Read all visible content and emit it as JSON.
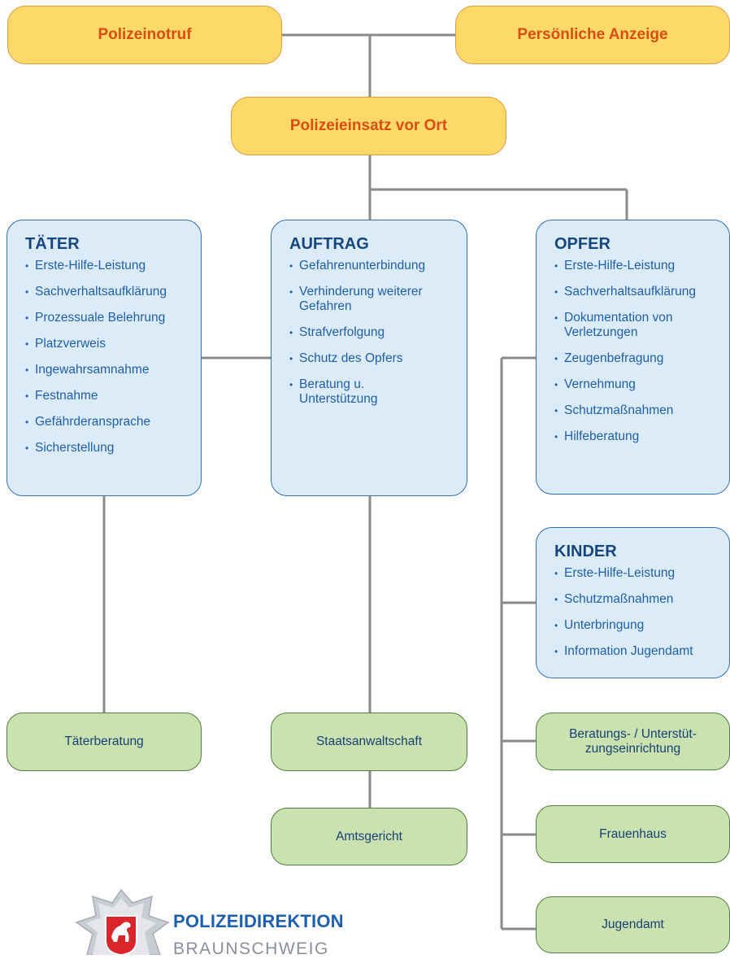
{
  "top": {
    "notruf": "Polizeinotruf",
    "anzeige": "Persönliche Anzeige",
    "einsatz": "Polizeieinsatz vor Ort"
  },
  "taeter": {
    "title": "TÄTER",
    "items": [
      "Erste-Hilfe-Leistung",
      "Sachverhaltsaufklärung",
      "Prozessuale Belehrung",
      "Platzverweis",
      "Ingewahrsamnahme",
      "Festnahme",
      "Gefährderansprache",
      "Sicherstellung"
    ]
  },
  "auftrag": {
    "title": "AUFTRAG",
    "items": [
      "Gefahrenunterbindung",
      "Verhinderung weiterer Gefahren",
      "Strafverfolgung",
      "Schutz des Opfers",
      "Beratung u. Unterstützung"
    ]
  },
  "opfer": {
    "title": "OPFER",
    "items": [
      "Erste-Hilfe-Leistung",
      "Sachverhaltsaufklärung",
      "Dokumentation von Verletzungen",
      "Zeugenbefragung",
      "Vernehmung",
      "Schutzmaßnahmen",
      "Hilfeberatung"
    ]
  },
  "kinder": {
    "title": "KINDER",
    "items": [
      "Erste-Hilfe-Leistung",
      "Schutzmaßnahmen",
      "Unterbringung",
      "Information Jugendamt"
    ]
  },
  "outcomes": {
    "taeterberatung": "Täterberatung",
    "staatsanwaltschaft": "Staatsanwaltschaft",
    "amtsgericht": "Amtsgericht",
    "beratung": "Beratungs- / Unterstüt-zungseinrichtung",
    "frauenhaus": "Frauenhaus",
    "jugendamt": "Jugendamt"
  },
  "logo": {
    "title": "POLIZEIDIREKTION",
    "subtitle": "BRAUNSCHWEIG"
  },
  "colors": {
    "orange_fill": "#fdd96a",
    "orange_text": "#d94e10",
    "blue_fill": "#dcebf8",
    "blue_text": "#1f5fa6",
    "green_fill": "#c9e2b0",
    "connector": "#8a8a8a"
  }
}
